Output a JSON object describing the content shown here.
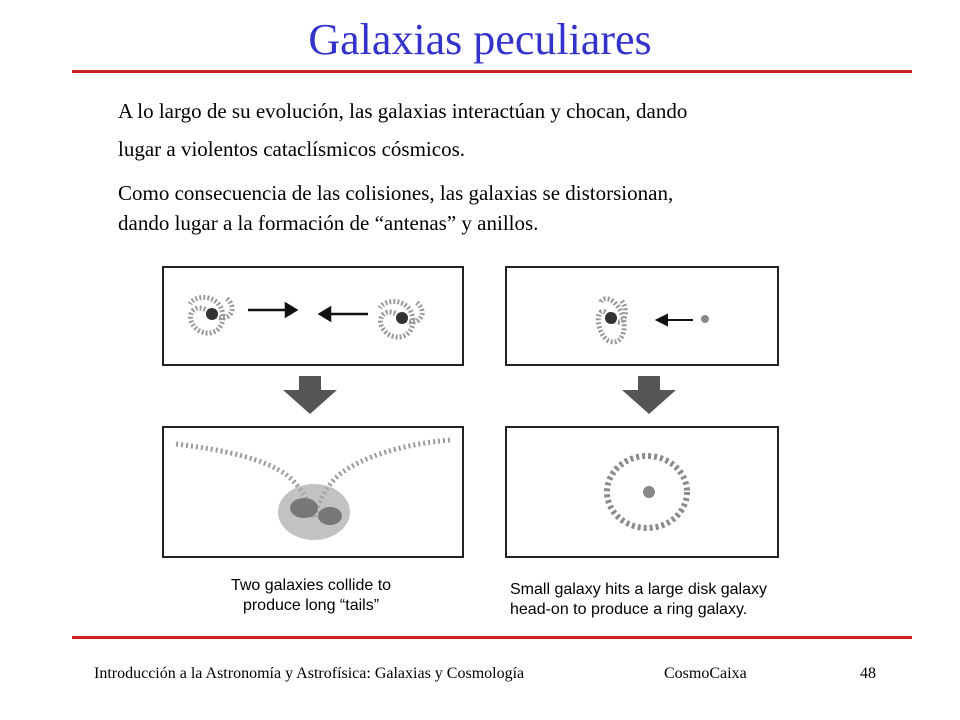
{
  "title": "Galaxias peculiares",
  "paragraph1": {
    "line1": "A lo largo de su evolución, las galaxias interactúan y chocan, dando",
    "line2": "lugar a violentos cataclísmicos cósmicos."
  },
  "paragraph2": {
    "line1": "Como consecuencia de las colisiones, las galaxias se distorsionan,",
    "line2": "dando lugar a la formación de “antenas” y anillos."
  },
  "figure": {
    "left_caption": {
      "line1": "Two galaxies collide to",
      "line2": "produce long “tails”"
    },
    "right_caption": {
      "line1": "Small galaxy hits a large disk galaxy",
      "line2": "head-on to produce a ring galaxy."
    }
  },
  "footer": {
    "course": "Introducción a la Astronomía y Astrofísica: Galaxias y Cosmología",
    "venue": "CosmoCaixa",
    "page_number": "48"
  },
  "colors": {
    "title": "#3333cc",
    "rule": "#cc2222"
  }
}
